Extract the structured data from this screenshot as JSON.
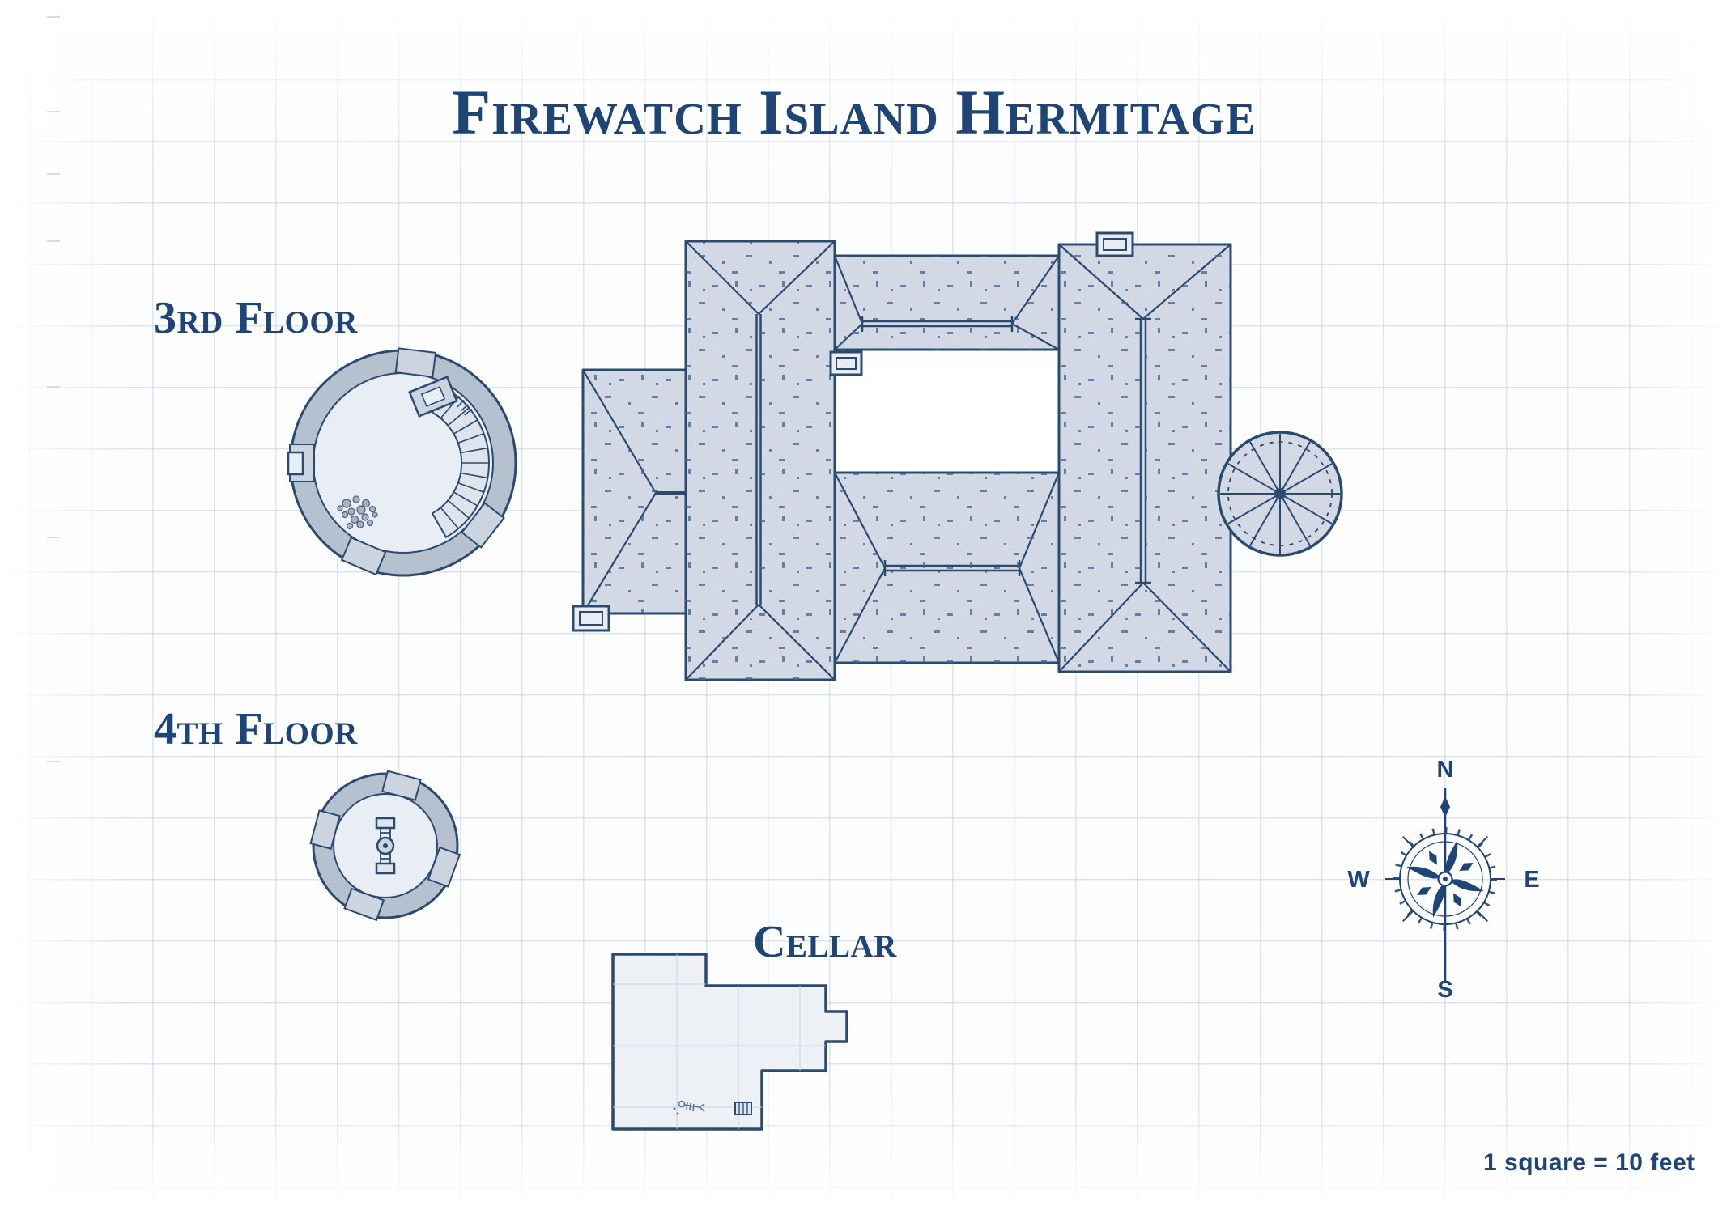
{
  "title": "Firewatch Island Hermitage",
  "labels": {
    "third_floor": "3rd Floor",
    "fourth_floor": "4th Floor",
    "cellar": "Cellar"
  },
  "compass": {
    "north": "N",
    "east": "E",
    "south": "S",
    "west": "W"
  },
  "scale_note": "1 square = 10 feet",
  "colors": {
    "ink": "#1e4576",
    "outline": "#2b4a70",
    "roof_fill": "#d2d9e4",
    "wall_fill": "#b6c1cf",
    "floor_fill": "#e9eef4",
    "grid_line": "#b9c6d9",
    "background": "#fdfdfe"
  }
}
